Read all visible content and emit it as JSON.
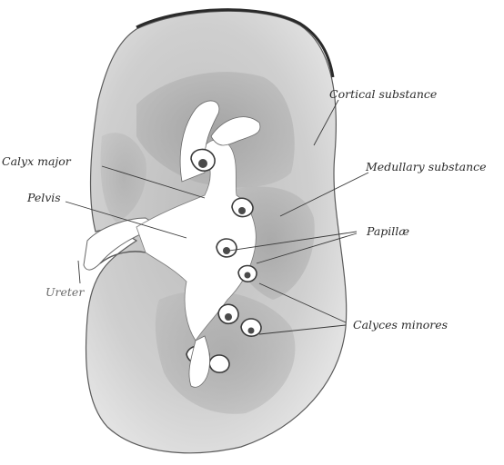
{
  "labels": {
    "cortical": "Cortical substance",
    "calyx_major": "Calyx major",
    "medullary": "Medullary substance",
    "pelvis": "Pelvis",
    "papillae": "Papillæ",
    "ureter": "Ureter",
    "calyces_minores": "Calyces minores"
  },
  "colors": {
    "cortex_outer": "#d6d6d6",
    "cortex_inner": "#c2c2c2",
    "medulla": "#9c9c9c",
    "cavity": "#ffffff",
    "capsule": "#2a2a2a"
  }
}
